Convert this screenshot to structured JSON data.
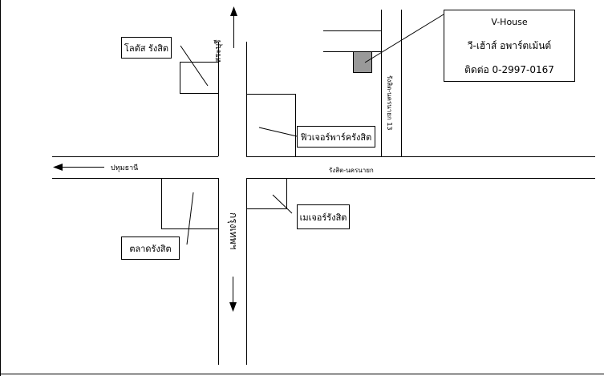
{
  "roads": {
    "saraburi": "สระบุรี",
    "bangkok": "กรุงเทพฯ",
    "pathum_thani": "ปทุมธานี",
    "rangsit_nakhonnayok": "รังสิต-นครนายก",
    "rangsit_nakhonnayok_13": "รังสิต-นครนายก 13"
  },
  "landmarks": {
    "lotus": "โลตัส รังสิต",
    "future_park": "ฟิวเจอร์พาร์ครังสิต",
    "market": "ตลาดรังสิต",
    "major": "เมเจอร์รังสิต"
  },
  "vhouse": {
    "name_en": "V-House",
    "name_th": "วี-เฮ้าส์ อพาร์ตเม้นต์",
    "contact": "ติดต่อ 0-2997-0167"
  },
  "colors": {
    "line": "#000000",
    "marker": "#999999",
    "background": "#ffffff"
  }
}
